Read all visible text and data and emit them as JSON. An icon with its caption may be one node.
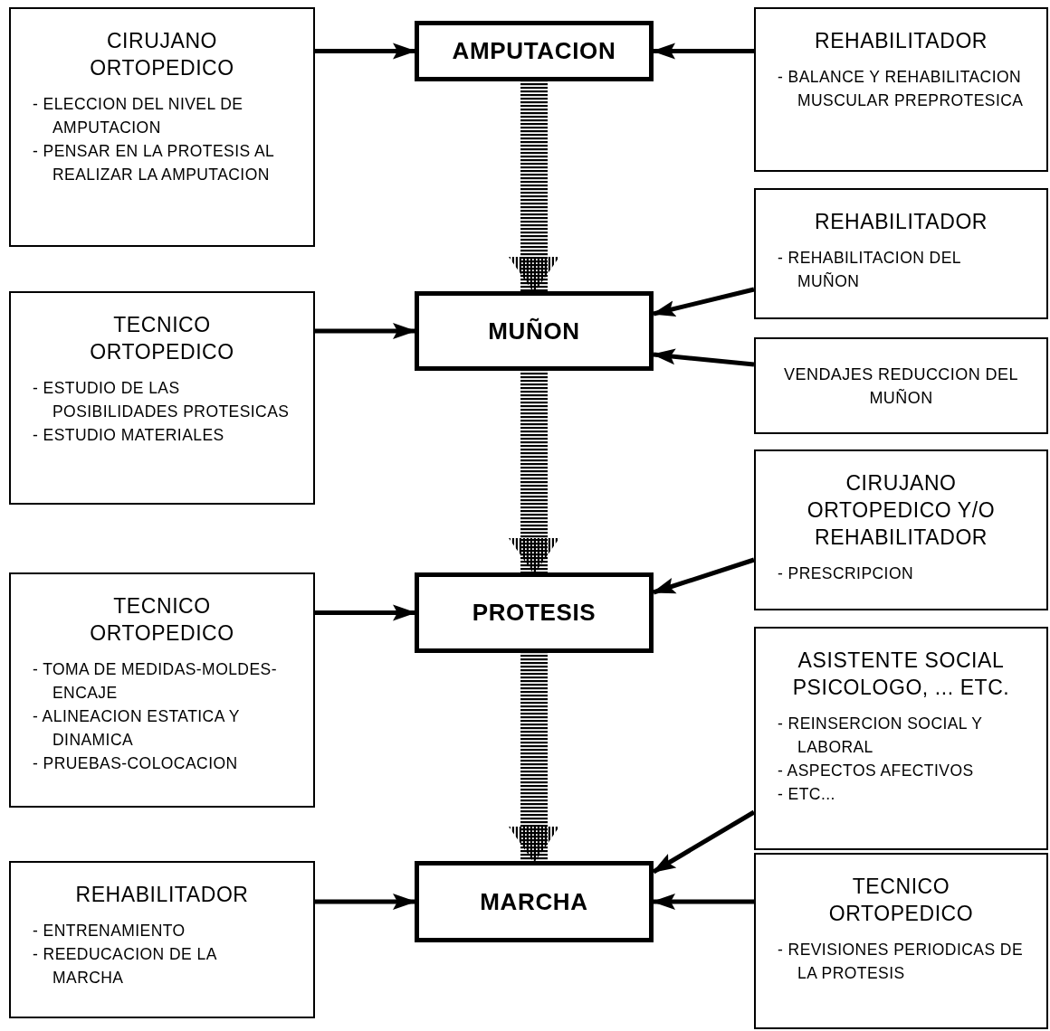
{
  "diagram": {
    "nodes": [
      {
        "text": [
          "CIRUJANO ORTOPEDICO",
          "- ELECCION DEL NIVEL DE AMPUTACION",
          "- PENSAR EN LA PROTESIS AL REALIZAR LA AMPUTACION"
        ]
      },
      {
        "text": [
          "AMPUTACION"
        ]
      },
      {
        "text": [
          "REHABILITADOR",
          "- BALANCE Y REHABILITACION MUSCULAR PREPROTESICA"
        ]
      },
      {
        "text": [
          "REHABILITADOR",
          "- REHABILITACION DEL MUÑON"
        ]
      },
      {
        "text": [
          "TECNICO ORTOPEDICO",
          "- ESTUDIO DE LAS POSIBILIDADES PROTESICAS",
          "- ESTUDIO MATERIALES"
        ]
      },
      {
        "text": [
          "MUÑON"
        ]
      },
      {
        "text": [
          "VENDAJES REDUCCION DEL MUÑON"
        ]
      },
      {
        "text": [
          "CIRUJANO ORTOPEDICO Y/O REHABILITADOR",
          "- PRESCRIPCION"
        ]
      },
      {
        "text": [
          "TECNICO ORTOPEDICO",
          "- TOMA DE MEDIDAS-MOLDES-ENCAJE",
          "- ALINEACION ESTATICA Y DINAMICA",
          "- PRUEBAS-COLOCACION"
        ]
      },
      {
        "text": [
          "PROTESIS"
        ]
      },
      {
        "text": [
          "ASISTENTE SOCIAL PSICOLOGO, ... ETC.",
          "- REINSERCION SOCIAL Y LABORAL",
          "- ASPECTOS AFECTIVOS",
          "- ETC..."
        ]
      },
      {
        "text": [
          "REHABILITADOR",
          "- ENTRENAMIENTO",
          "- REEDUCACION DE LA MARCHA"
        ]
      },
      {
        "text": [
          "MARCHA"
        ]
      },
      {
        "text": [
          "TECNICO ORTOPEDICO",
          "- REVISIONES PERIODICAS DE LA PROTESIS"
        ]
      }
    ],
    "edges": [
      {
        "from": 0,
        "to": 1,
        "arrow": "to"
      },
      {
        "from": 2,
        "to": 1,
        "arrow": "to"
      },
      {
        "from": 1,
        "to": 5,
        "arrow": "to",
        "style": "thick"
      },
      {
        "from": 3,
        "to": 5,
        "arrow": "to"
      },
      {
        "from": 6,
        "to": 5,
        "arrow": "to"
      },
      {
        "from": 4,
        "to": 5,
        "arrow": "to"
      },
      {
        "from": 5,
        "to": 9,
        "arrow": "to",
        "style": "thick"
      },
      {
        "from": 7,
        "to": 9,
        "arrow": "to"
      },
      {
        "from": 8,
        "to": 9,
        "arrow": "to"
      },
      {
        "from": 9,
        "to": 12,
        "arrow": "to",
        "style": "thick"
      },
      {
        "from": 10,
        "to": 12,
        "arrow": "to"
      },
      {
        "from": 11,
        "to": 12,
        "arrow": "to"
      },
      {
        "from": 13,
        "to": 12,
        "arrow": "to"
      }
    ]
  }
}
